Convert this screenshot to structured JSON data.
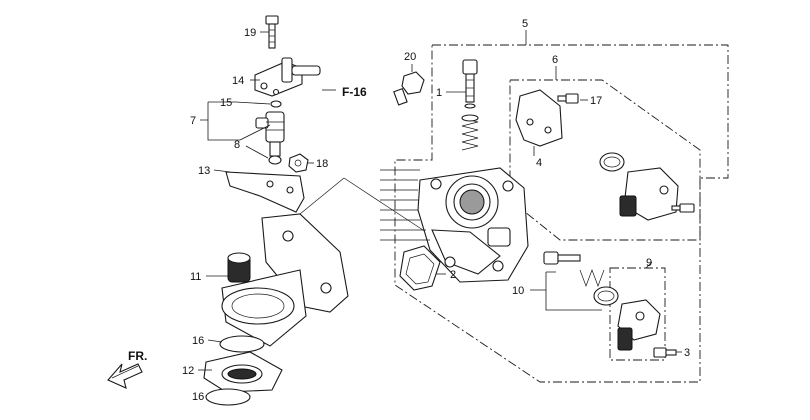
{
  "callouts": {
    "c1": "1",
    "c2": "2",
    "c3": "3",
    "c4": "4",
    "c5": "5",
    "c6": "6",
    "c7": "7",
    "c8": "8",
    "c9": "9",
    "c10": "10",
    "c11": "11",
    "c12": "12",
    "c13": "13",
    "c14": "14",
    "c15": "15",
    "c16a": "16",
    "c16b": "16",
    "c17": "17",
    "c18": "18",
    "c19": "19",
    "c20": "20"
  },
  "reference": "F-16",
  "direction": "FR."
}
